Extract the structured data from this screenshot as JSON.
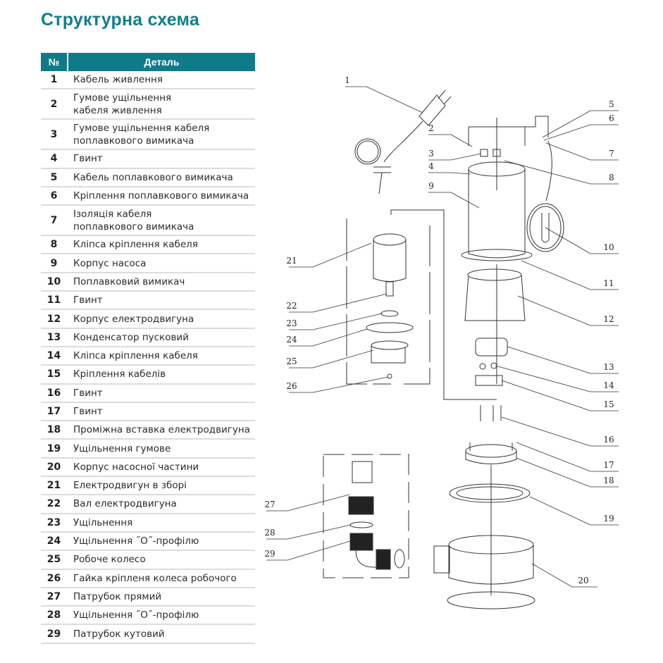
{
  "title": "Структурна схема",
  "table": {
    "header": {
      "no": "№",
      "name": "Деталь"
    },
    "rows": [
      {
        "no": "1",
        "name": "Кабель живлення"
      },
      {
        "no": "2",
        "name": "Гумове ущільнення\nкабеля живлення"
      },
      {
        "no": "3",
        "name": "Гумове ущільнення кабеля\nпоплавкового вимикача"
      },
      {
        "no": "4",
        "name": "Гвинт"
      },
      {
        "no": "5",
        "name": "Кабель поплавкового вимикача"
      },
      {
        "no": "6",
        "name": "Кріплення поплавкового вимикача"
      },
      {
        "no": "7",
        "name": "Ізоляція кабеля\nпоплавкового вимикача"
      },
      {
        "no": "8",
        "name": "Кліпса кріплення кабеля"
      },
      {
        "no": "9",
        "name": "Корпус насоса"
      },
      {
        "no": "10",
        "name": "Поплавковий вимикач"
      },
      {
        "no": "11",
        "name": "Гвинт"
      },
      {
        "no": "12",
        "name": "Корпус електродвигуна"
      },
      {
        "no": "13",
        "name": "Конденсатор пусковий"
      },
      {
        "no": "14",
        "name": "Кліпса кріплення кабеля"
      },
      {
        "no": "15",
        "name": "Кріплення кабелів"
      },
      {
        "no": "16",
        "name": "Гвинт"
      },
      {
        "no": "17",
        "name": "Гвинт"
      },
      {
        "no": "18",
        "name": "Проміжна вставка електродвигуна"
      },
      {
        "no": "19",
        "name": "Ущільнення гумове"
      },
      {
        "no": "20",
        "name": "Корпус насосної частини"
      },
      {
        "no": "21",
        "name": "Електродвигун в зборі"
      },
      {
        "no": "22",
        "name": "Вал електродвигуна"
      },
      {
        "no": "23",
        "name": "Ущільнення"
      },
      {
        "no": "24",
        "name": "Ущільнення ˝О˝-профілю"
      },
      {
        "no": "25",
        "name": "Робоче колесо"
      },
      {
        "no": "26",
        "name": "Гайка кріпленя колеса робочого"
      },
      {
        "no": "27",
        "name": "Патрубок прямий"
      },
      {
        "no": "28",
        "name": "Ущільнення ˝О˝-профілю"
      },
      {
        "no": "29",
        "name": "Патрубок кутовий"
      }
    ]
  },
  "diagram": {
    "callouts": [
      "1",
      "2",
      "3",
      "4",
      "5",
      "6",
      "7",
      "8",
      "9",
      "10",
      "11",
      "12",
      "13",
      "14",
      "15",
      "16",
      "17",
      "18",
      "19",
      "20",
      "21",
      "22",
      "23",
      "24",
      "25",
      "26",
      "27",
      "28",
      "29"
    ]
  },
  "colors": {
    "accent": "#0f7b8a",
    "title": "#127e8e",
    "divider": "#dcdcdc"
  }
}
